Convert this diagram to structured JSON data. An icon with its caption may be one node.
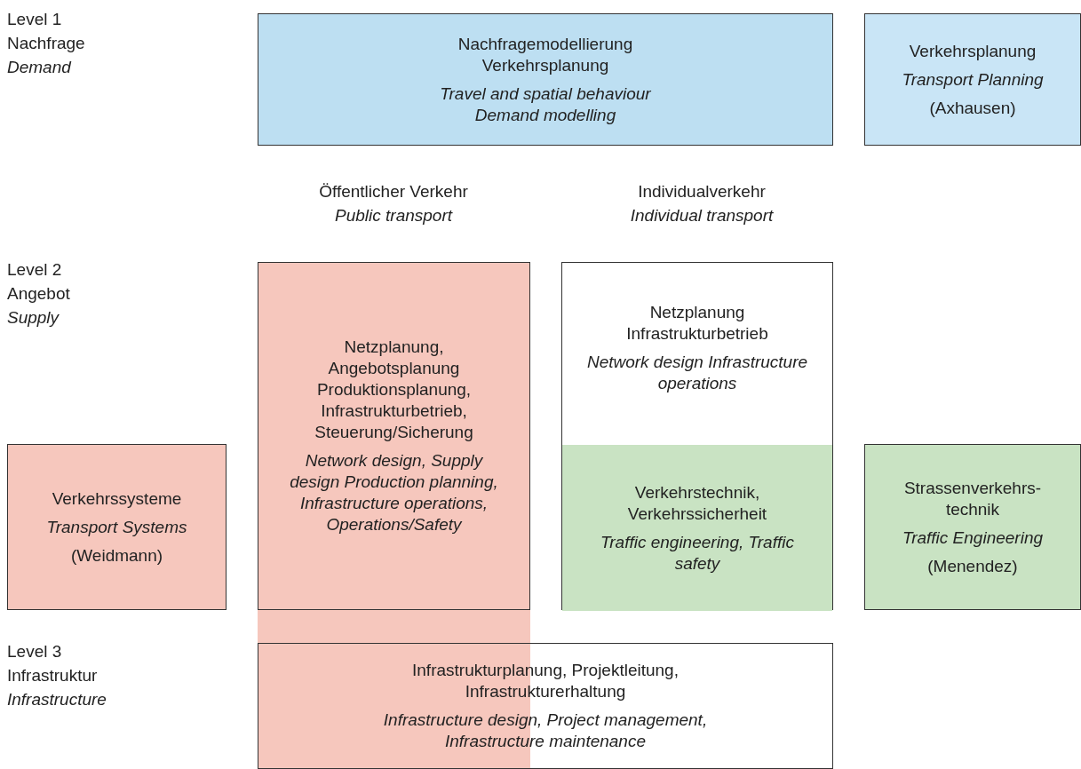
{
  "diagram": {
    "nodes": [
      {
        "text": [
          "Nachfragemodellierung Verkehrsplanung",
          "Travel and spatial behaviour Demand modelling"
        ]
      },
      {
        "text": [
          "Verkehrsplanung",
          "Transport Planning",
          "(Axhausen)"
        ]
      },
      {
        "text": [
          "Netzplanung, Angebotsplanung Produktionsplanung, Infrastrukturbetrieb, Steuerung/Sicherung",
          "Network design, Supply design Production planning, Infrastructure operations, Operations/Safety"
        ]
      },
      {
        "text": [
          "Netzplanung Infrastrukturbetrieb",
          "Network design Infrastructure operations"
        ]
      },
      {
        "text": [
          "Verkehrstechnik, Verkehrssicherheit",
          "Traffic engineering, Traffic safety"
        ],
        "in": 3
      },
      {
        "text": [
          "Verkehrssysteme",
          "Transport Systems",
          "(Weidmann)"
        ]
      },
      {
        "text": [
          "Strassenverkehrs-technik",
          "Traffic Engineering",
          "(Menendez)"
        ]
      },
      {
        "text": [
          "Infrastrukturplanung, Projektleitung, Infrastrukturerhaltung",
          "Infrastructure design, Project management, Infrastructure maintenance"
        ]
      },
      {
        "text": [],
        "shape": "bar"
      }
    ],
    "labels": [
      "Level 1",
      "Nachfrage",
      "Demand",
      "Öffentlicher Verkehr",
      "Public transport",
      "Individualverkehr",
      "Individual transport",
      "Level 2",
      "Angebot",
      "Supply",
      "Level 3",
      "Infrastruktur",
      "Infrastructure"
    ]
  }
}
